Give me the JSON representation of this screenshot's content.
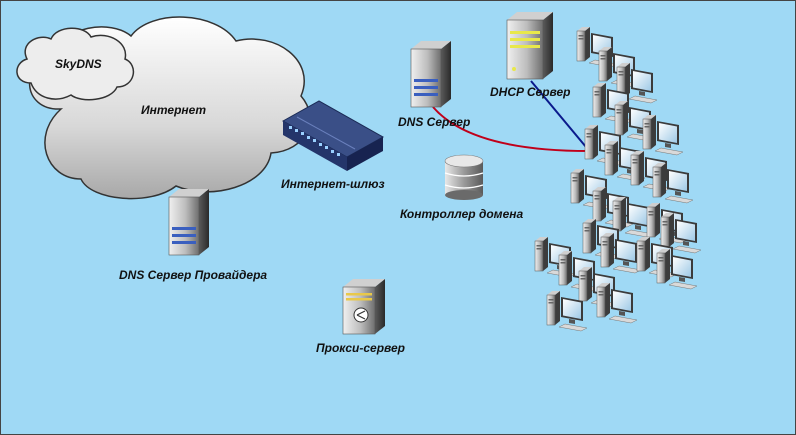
{
  "labels": {
    "skydns": "SkyDNS",
    "internet": "Интернет",
    "gateway": "Интернет-шлюз",
    "dns_server": "DNS Сервер",
    "dhcp_server": "DHCP Сервер",
    "domain_controller": "Контроллер домена",
    "provider_dns": "DNS Сервер Провайдера",
    "proxy": "Прокси-сервер"
  },
  "colors": {
    "background": "#9fd9f5",
    "dns_link": "#c0001a",
    "dhcp_link": "#0a1a8c"
  },
  "icons": {
    "cloud": "cloud-icon",
    "gateway": "network-switch-icon",
    "server": "server-tower-icon",
    "database": "database-icon",
    "workstation": "desktop-computer-icon"
  },
  "workstation_count": 24
}
